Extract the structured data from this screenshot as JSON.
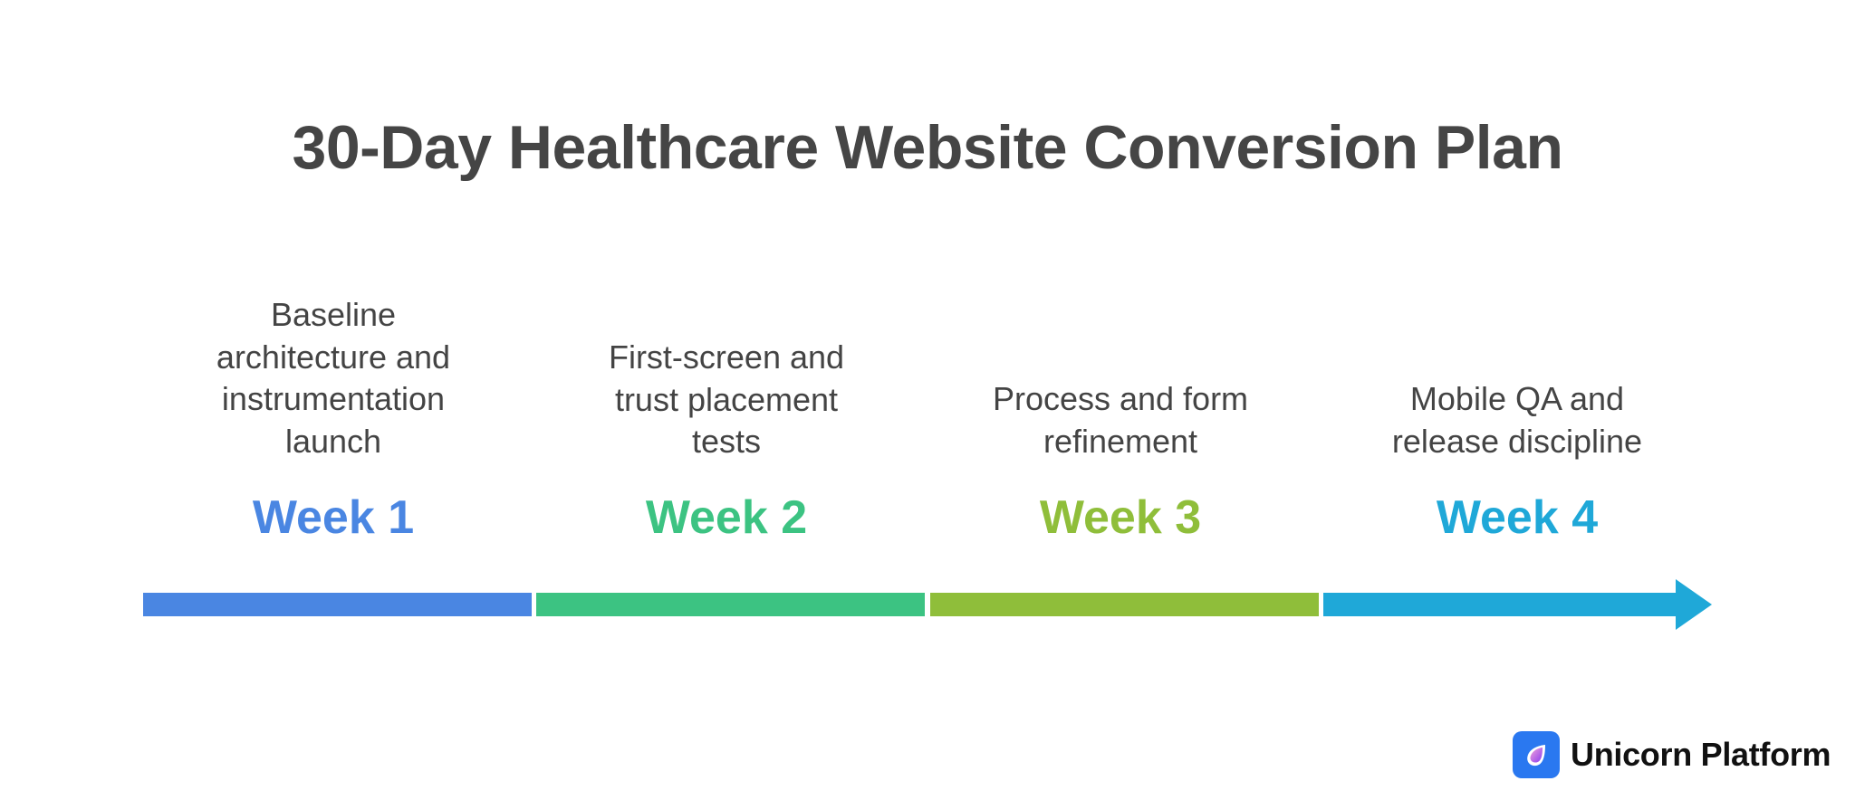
{
  "title": "30-Day Healthcare Website Conversion Plan",
  "weeks": [
    {
      "label": "Week 1",
      "description": "Baseline\narchitecture and\ninstrumentation\nlaunch",
      "color": "#4a86e2"
    },
    {
      "label": "Week 2",
      "description": "First-screen and\ntrust placement\ntests",
      "color": "#3cc382"
    },
    {
      "label": "Week 3",
      "description": "Process and form\nrefinement",
      "color": "#8fbe3a"
    },
    {
      "label": "Week 4",
      "description": "Mobile QA and\nrelease discipline",
      "color": "#1fa8d8"
    }
  ],
  "brand": {
    "name": "Unicorn Platform",
    "icon": "unicorn-drop-logo-icon",
    "color": "#2a78f0"
  }
}
